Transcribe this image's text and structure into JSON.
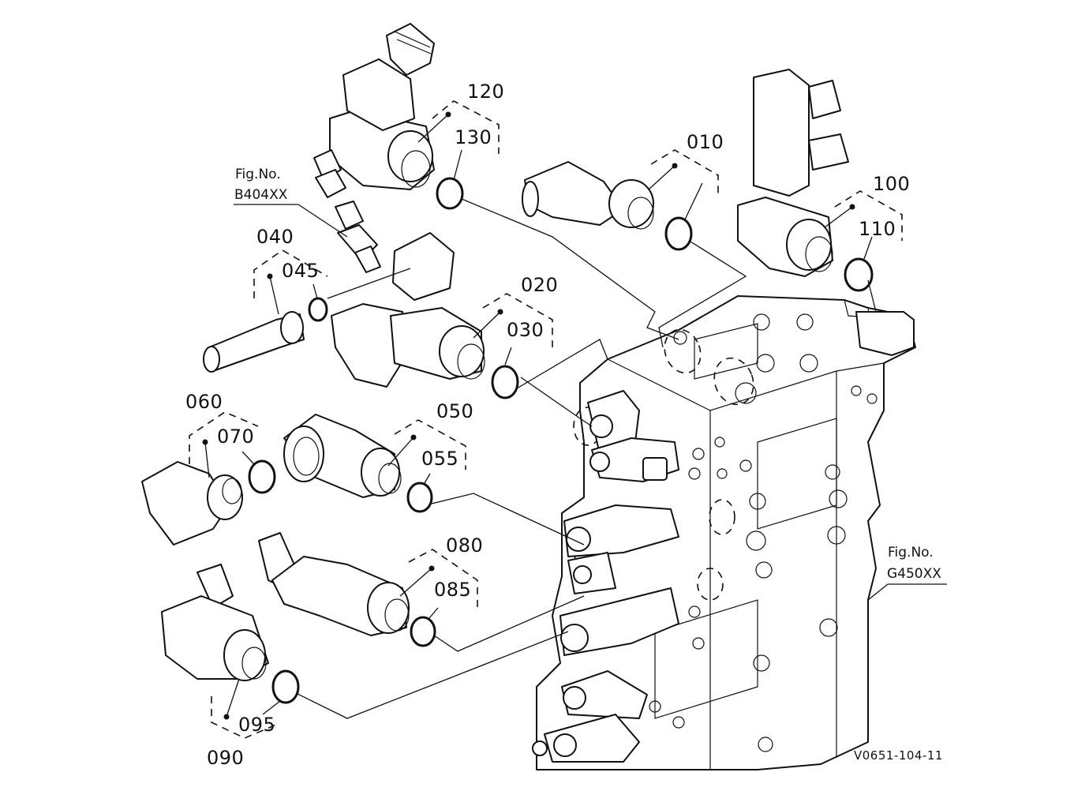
{
  "diagram": {
    "callouts": [
      {
        "id": "c120",
        "text": "120"
      },
      {
        "id": "c130",
        "text": "130"
      },
      {
        "id": "c010",
        "text": "010"
      },
      {
        "id": "c100",
        "text": "100"
      },
      {
        "id": "c110",
        "text": "110"
      },
      {
        "id": "c040",
        "text": "040"
      },
      {
        "id": "c045",
        "text": "045"
      },
      {
        "id": "c020",
        "text": "020"
      },
      {
        "id": "c030",
        "text": "030"
      },
      {
        "id": "c060",
        "text": "060"
      },
      {
        "id": "c070",
        "text": "070"
      },
      {
        "id": "c050",
        "text": "050"
      },
      {
        "id": "c055",
        "text": "055"
      },
      {
        "id": "c080",
        "text": "080"
      },
      {
        "id": "c085",
        "text": "085"
      },
      {
        "id": "c095",
        "text": "095"
      },
      {
        "id": "c090",
        "text": "090"
      }
    ],
    "fig_refs": [
      {
        "line1": "Fig.No.",
        "line2": "B404XX"
      },
      {
        "line1": "Fig.No.",
        "line2": "G450XX"
      }
    ],
    "drawing_code": "V0651-104-11"
  }
}
